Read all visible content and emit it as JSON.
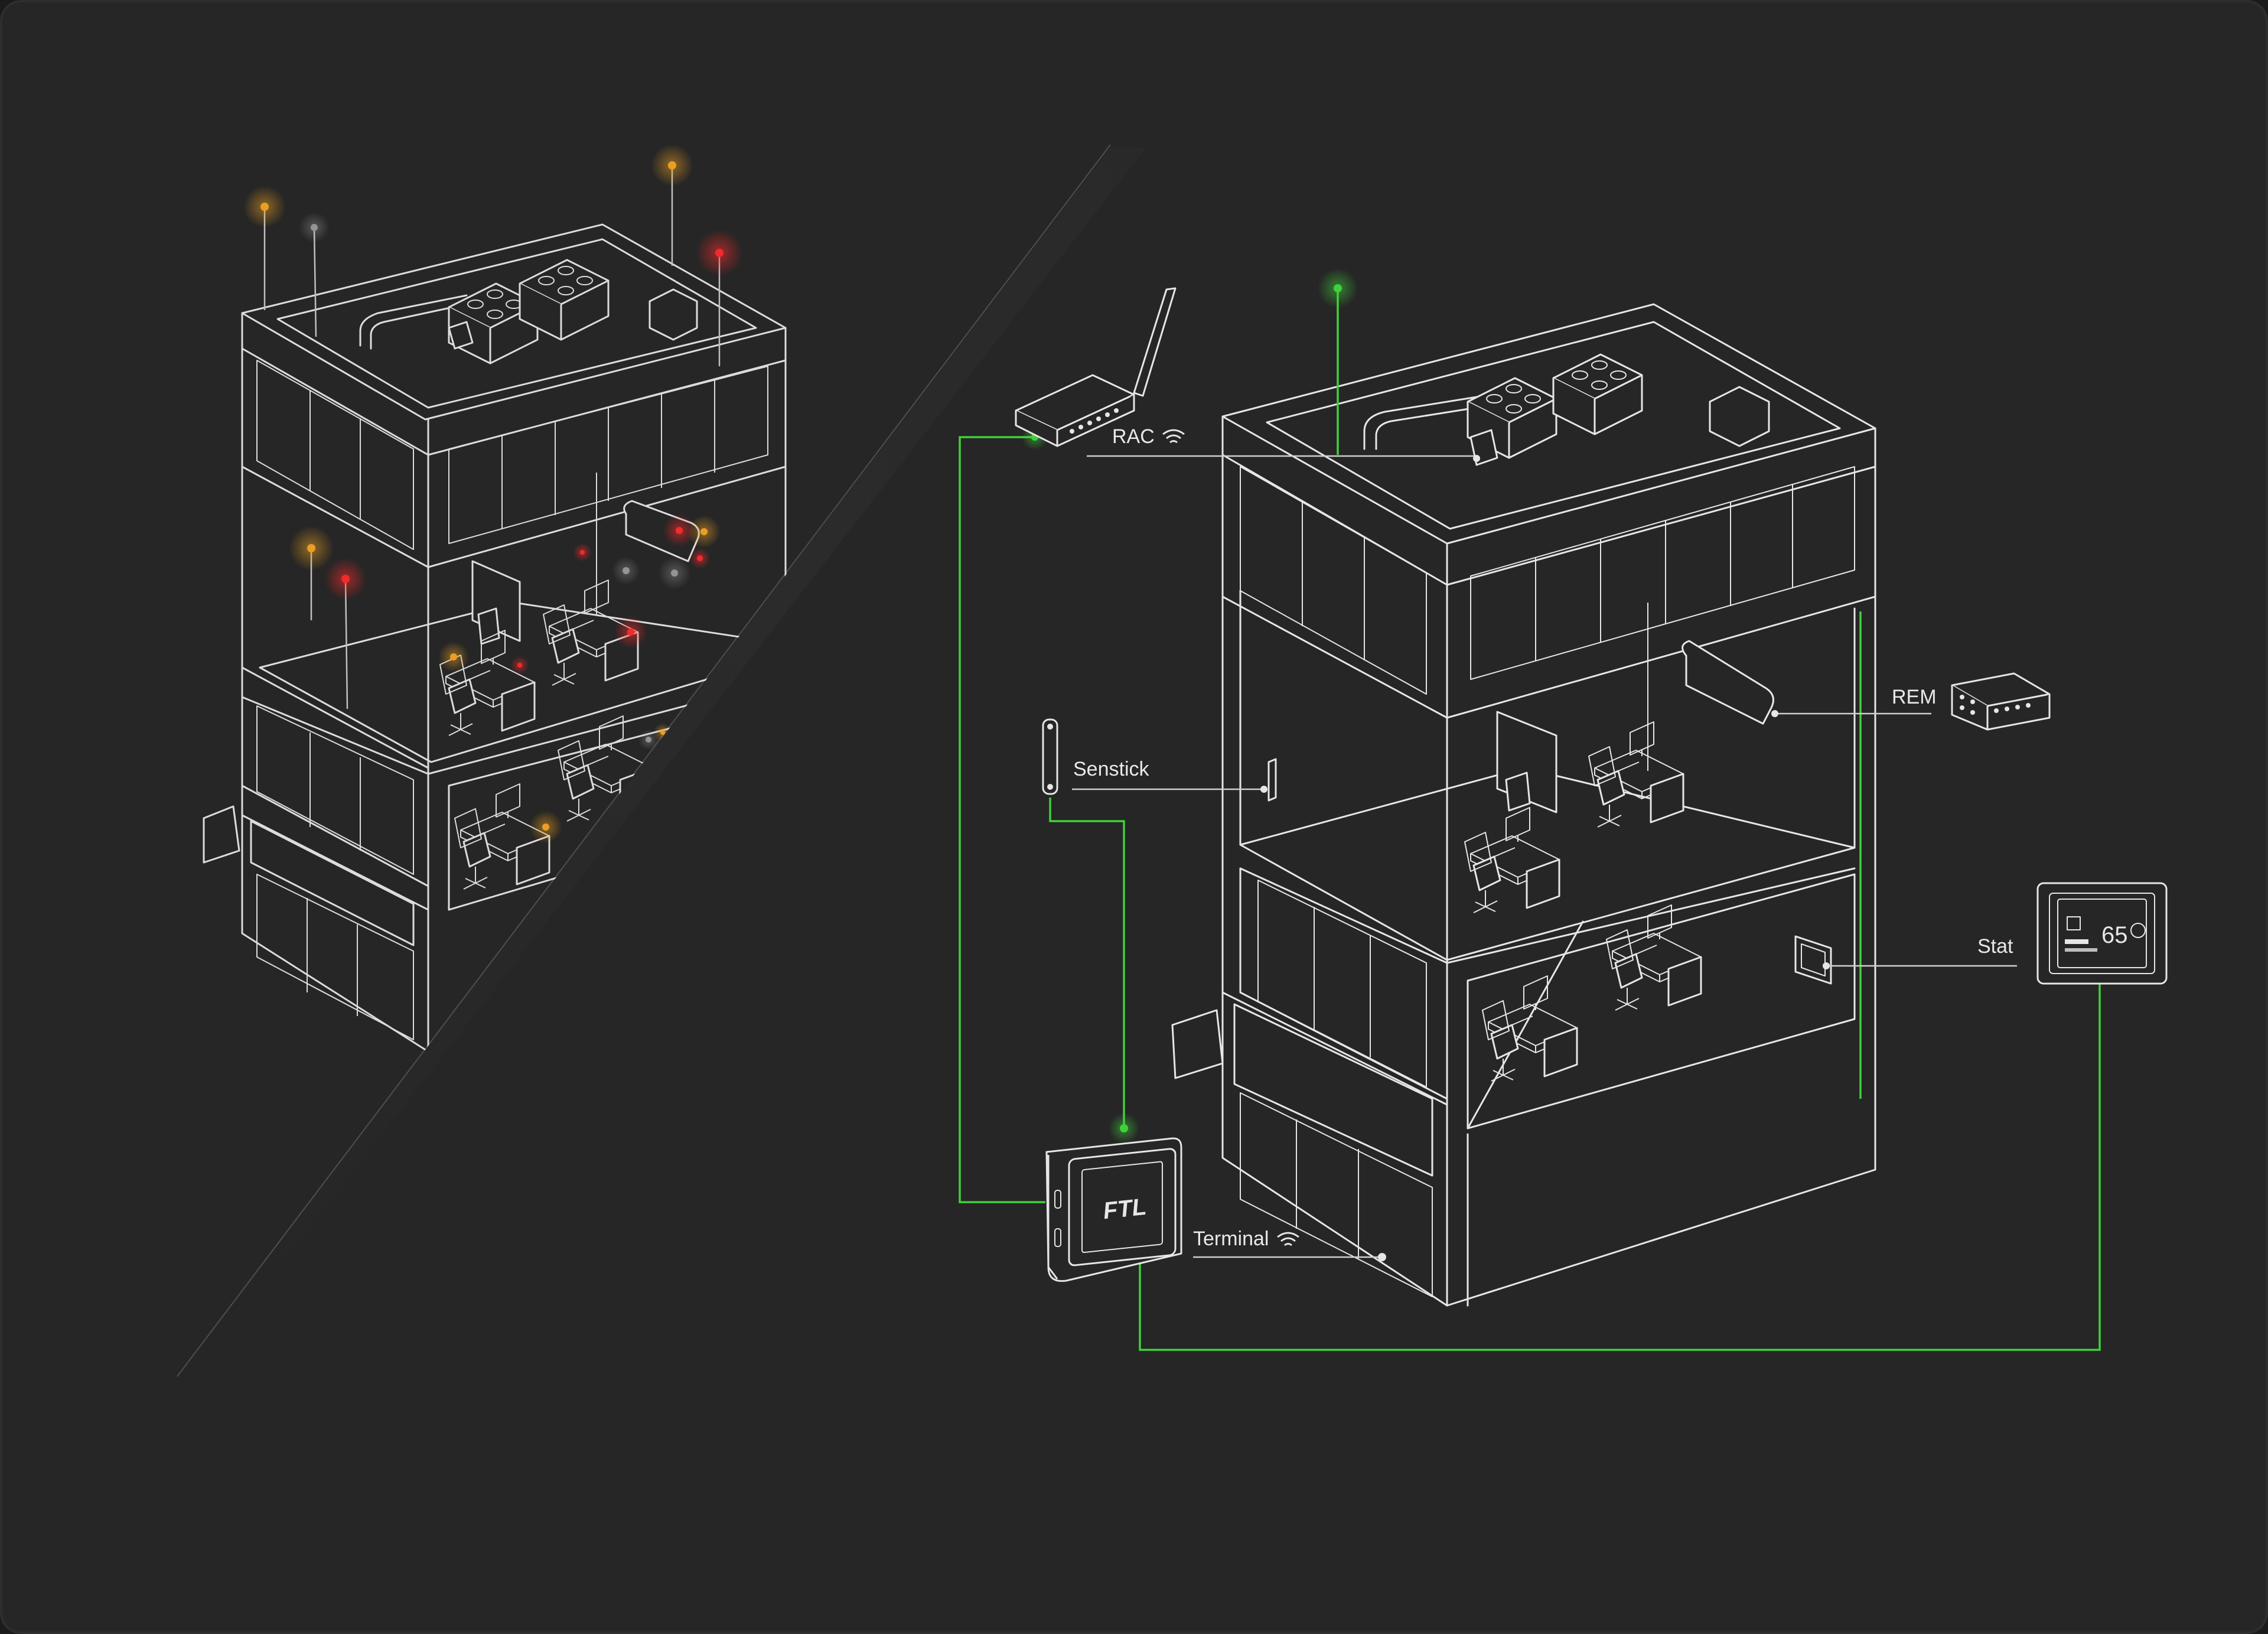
{
  "labels": {
    "rac": "RAC",
    "senstick": "Senstick",
    "rem": "REM",
    "stat": "Stat",
    "terminal": "Terminal"
  },
  "terminal_screen": {
    "brand": "FTL"
  },
  "stat_screen": {
    "temperature": "65"
  },
  "icons": {
    "rac_signal": "wifi-icon",
    "terminal_signal": "wifi-icon"
  },
  "colors": {
    "background": "#262626",
    "line": "#e6e6e6",
    "connection": "#3fd13a",
    "alert_red": "#ff2b2b",
    "alert_amber": "#f5a623",
    "neutral_dot": "#9a9a9a"
  }
}
